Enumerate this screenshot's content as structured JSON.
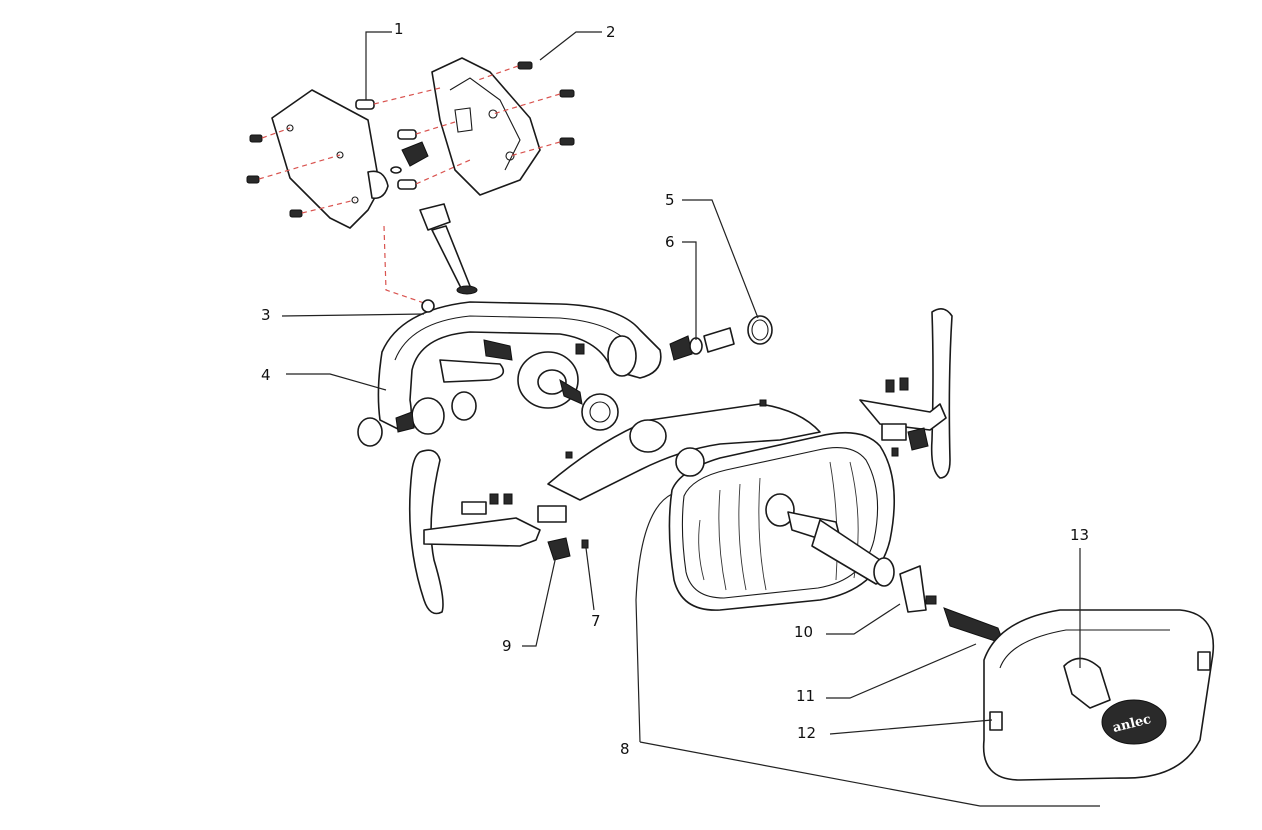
{
  "diagram": {
    "part_numbers": [
      {
        "id": "1",
        "label": "1"
      },
      {
        "id": "2",
        "label": "2"
      },
      {
        "id": "3",
        "label": "3"
      },
      {
        "id": "4",
        "label": "4"
      },
      {
        "id": "5",
        "label": "5"
      },
      {
        "id": "6",
        "label": "6"
      },
      {
        "id": "7",
        "label": "7"
      },
      {
        "id": "8",
        "label": "8"
      },
      {
        "id": "9",
        "label": "9"
      },
      {
        "id": "10",
        "label": "10"
      },
      {
        "id": "11",
        "label": "11"
      },
      {
        "id": "12",
        "label": "12"
      },
      {
        "id": "13",
        "label": "13"
      }
    ],
    "logo": {
      "text": "anlec"
    },
    "colors": {
      "line": "#1a1a1a",
      "dashed_guide": "#d9534f",
      "background": "#ffffff"
    }
  }
}
